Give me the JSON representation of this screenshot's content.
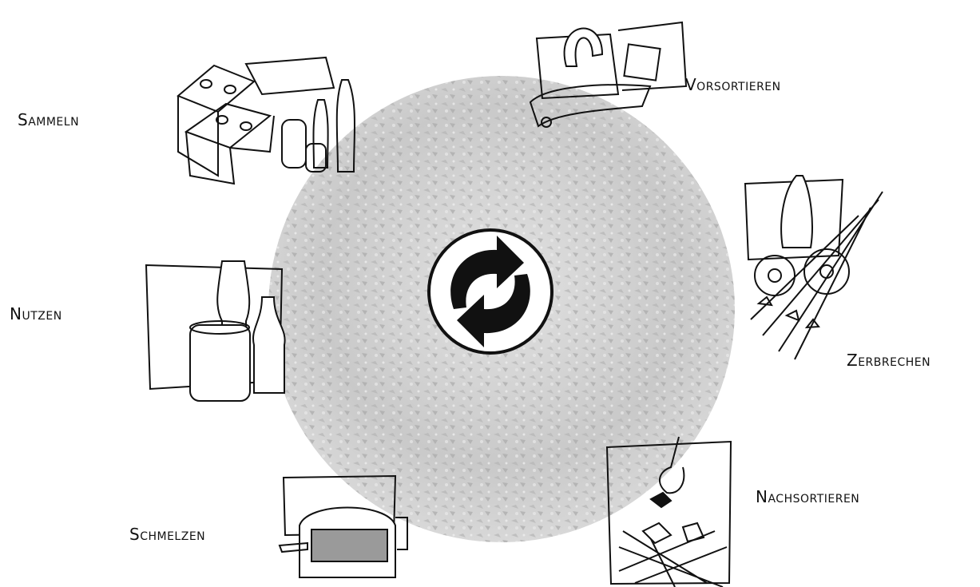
{
  "diagram": {
    "steps": [
      {
        "label": "Sammeln"
      },
      {
        "label": "Vorsortieren"
      },
      {
        "label": "Zerbrechen"
      },
      {
        "label": "Nachsortieren"
      },
      {
        "label": "Schmelzen"
      },
      {
        "label": "Nutzen"
      }
    ],
    "center_icon": "recycling-arrows-icon",
    "colors": {
      "ink": "#111111",
      "photo_gray": "#cfcfcf",
      "paper": "#ffffff"
    }
  }
}
